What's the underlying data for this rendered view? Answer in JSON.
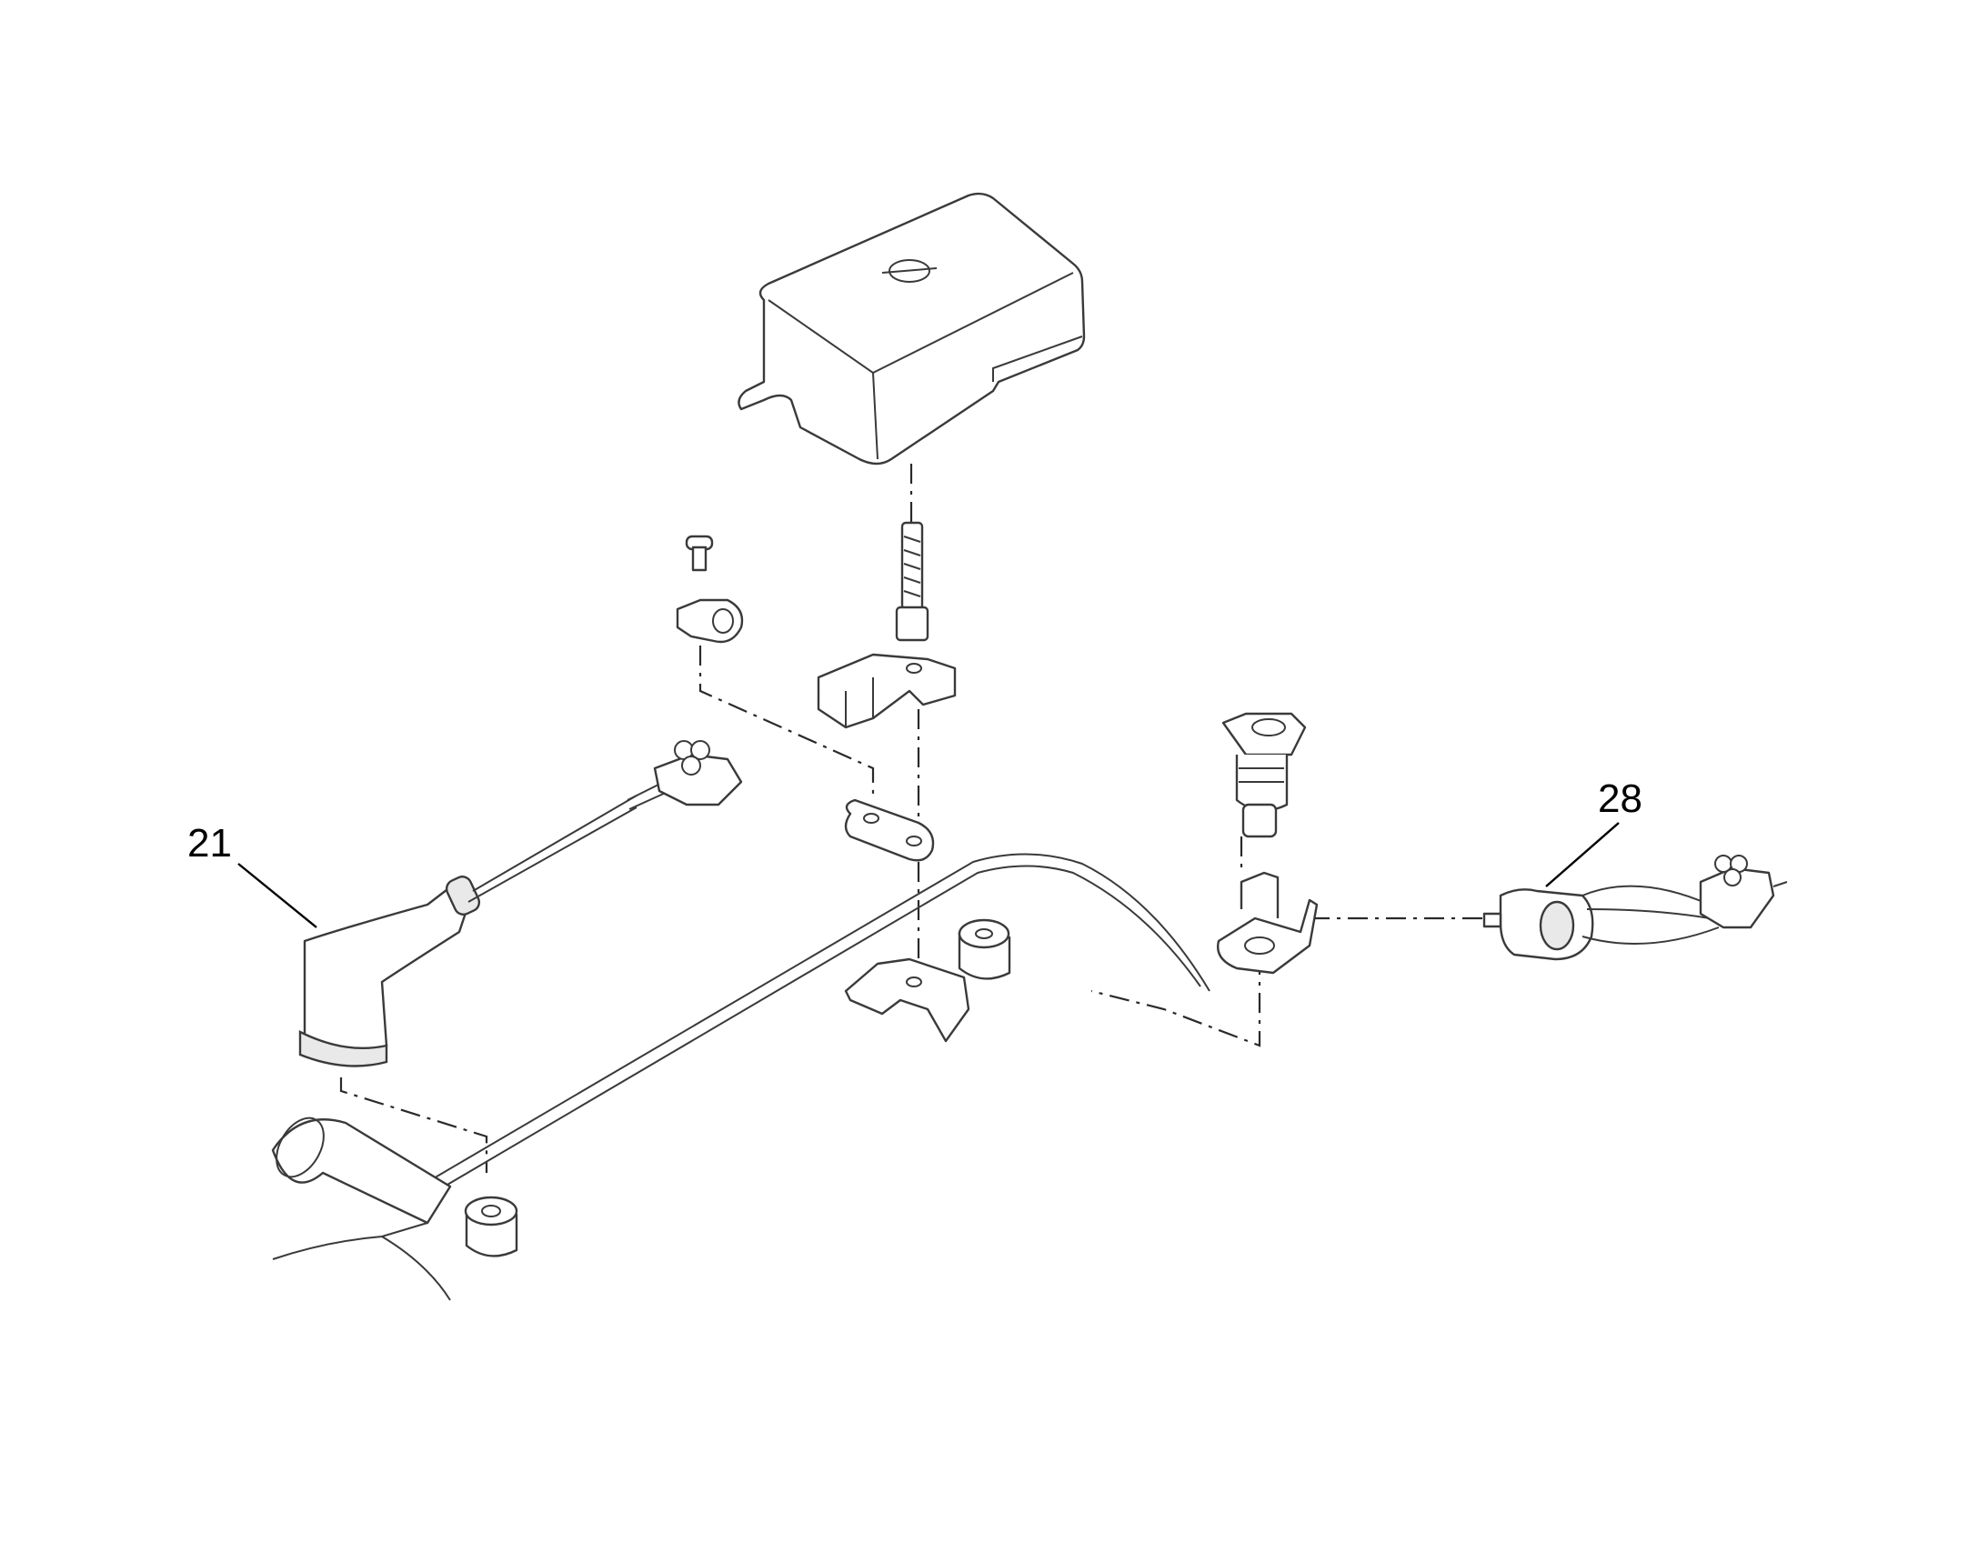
{
  "diagram": {
    "callouts": [
      {
        "id": "21",
        "label": "21"
      },
      {
        "id": "28",
        "label": "28"
      }
    ],
    "colors": {
      "line": "#3a3a3a",
      "background": "#ffffff"
    }
  }
}
